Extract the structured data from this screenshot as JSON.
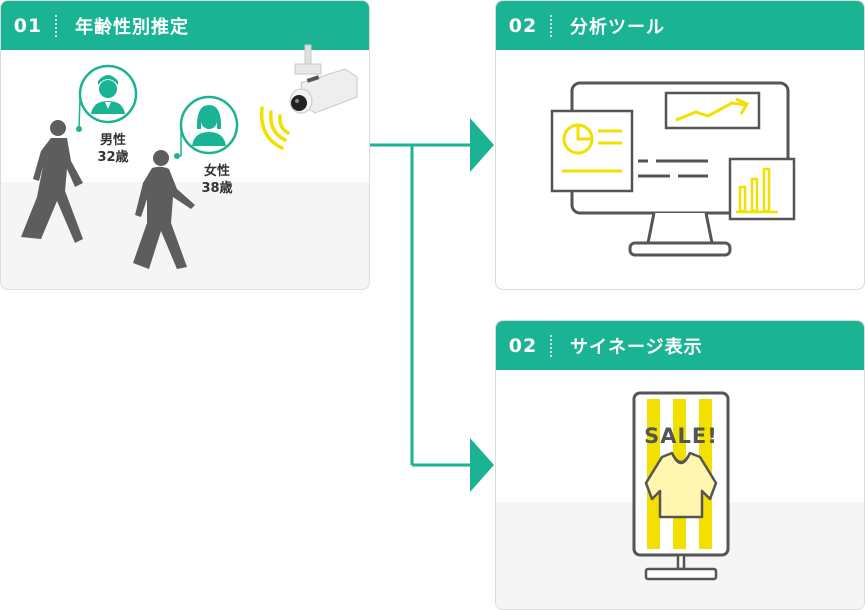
{
  "steps": [
    {
      "number": "01",
      "title": "年齢性別推定"
    },
    {
      "number": "02",
      "title": "分析ツール"
    },
    {
      "number": "02",
      "title": "サイネージ表示"
    }
  ],
  "persons": [
    {
      "gender": "男性",
      "age": "32歳"
    },
    {
      "gender": "女性",
      "age": "38歳"
    }
  ],
  "signage_text": "SALE!",
  "colors": {
    "accent": "#1ab394",
    "highlight": "#f2e000",
    "silhouette": "#5d5d5d",
    "line_art": "#555555"
  }
}
